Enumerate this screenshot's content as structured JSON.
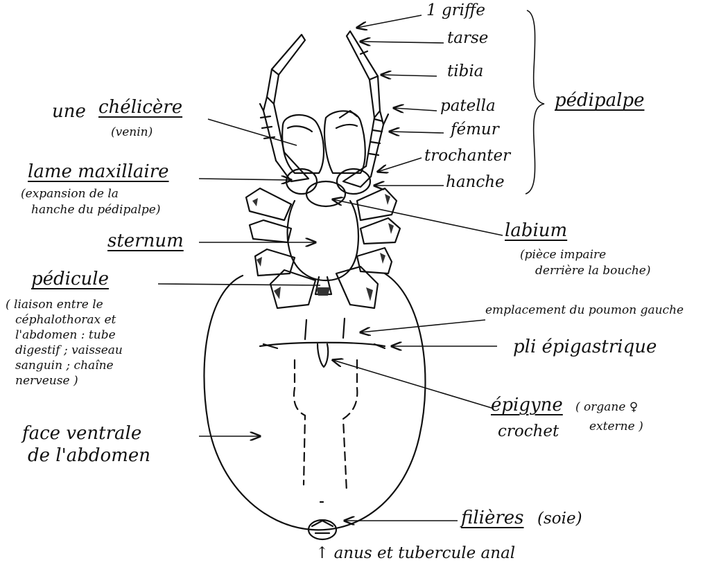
{
  "labels": {
    "griffe": "1 griffe",
    "tarse": "tarse",
    "tibia": "tibia",
    "patella": "patella",
    "femur": "fémur",
    "trochanter": "trochanter",
    "hanche": "hanche",
    "pedipalpe": "pédipalpe",
    "une": "une",
    "chelicere": "chélicère",
    "chelicere_note": "(venin)",
    "lame_maxillaire": "lame maxillaire",
    "lame_maxillaire_note_1": "(expansion de la",
    "lame_maxillaire_note_2": "hanche du pédipalpe)",
    "sternum": "sternum",
    "labium": "labium",
    "labium_note_1": "(pièce impaire",
    "labium_note_2": "derrière la bouche)",
    "pedicule": "pédicule",
    "pedicule_note_1": "( liaison entre le",
    "pedicule_note_2": "céphalothorax et",
    "pedicule_note_3": "l'abdomen : tube",
    "pedicule_note_4": "digestif ; vaisseau",
    "pedicule_note_5": "sanguin ; chaîne",
    "pedicule_note_6": "nerveuse )",
    "poumon": "emplacement du poumon gauche",
    "pli": "pli épigastrique",
    "epigyne": "épigyne",
    "epigyne_note_1": "( organe ♀",
    "epigyne_note_2": "externe )",
    "crochet": "crochet",
    "face_1": "face ventrale",
    "face_2": "de l'abdomen",
    "filieres": "filières",
    "filieres_note": "(soie)",
    "anus": "↑ anus et tubercule anal"
  }
}
